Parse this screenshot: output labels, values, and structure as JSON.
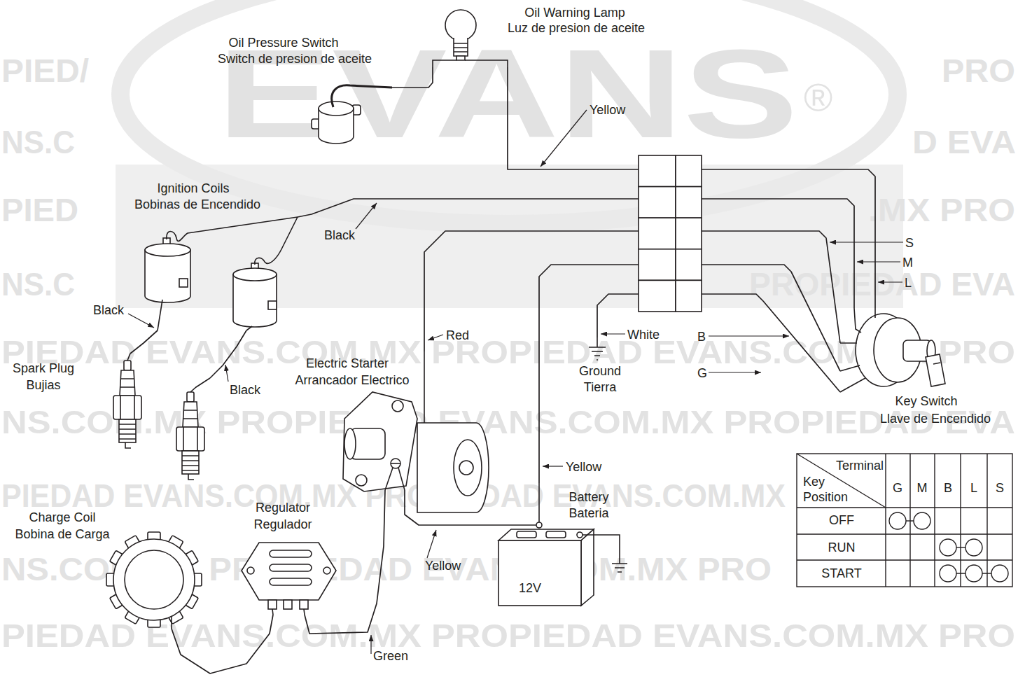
{
  "diagram": {
    "nodes": [
      {
        "text": [
          "Oil Warning Lamp",
          "Luz de presion de aceite"
        ]
      },
      {
        "text": [
          "Oil Pressure Switch",
          "Switch de presion de aceite"
        ]
      },
      {
        "text": [
          "Ignition Coils",
          "Bobinas de Encendido"
        ]
      },
      {
        "text": [
          "Spark Plug",
          "Bujias"
        ]
      },
      {
        "text": [
          "Electric Starter",
          "Arrancador Electrico"
        ]
      },
      {
        "text": [
          "Charge Coil",
          "Bobina de Carga"
        ]
      },
      {
        "text": [
          "Regulator",
          "Regulador"
        ]
      },
      {
        "text": [
          "Battery",
          "Bateria",
          "12V"
        ]
      },
      {
        "text": [
          "Ground",
          "Tierra"
        ]
      },
      {
        "text": [
          "Key Switch",
          "Llave de Encendido"
        ]
      }
    ],
    "edges": [
      {
        "from": 1,
        "to": 0,
        "arrow": "none"
      },
      {
        "from": 0,
        "to": 9,
        "label": "Yellow",
        "arrow": "none"
      },
      {
        "from": 2,
        "to": 9,
        "label": "Black",
        "arrow": "none"
      },
      {
        "from": 2,
        "to": 3,
        "label": "Black",
        "arrow": "none"
      },
      {
        "from": 2,
        "to": 3,
        "label": "Black",
        "arrow": "none"
      },
      {
        "from": 4,
        "to": 9,
        "label": "Red",
        "arrow": "none"
      },
      {
        "from": 7,
        "to": 9,
        "label": "Yellow",
        "arrow": "none"
      },
      {
        "from": 8,
        "to": 9,
        "label": "White",
        "arrow": "none"
      },
      {
        "from": 5,
        "to": 6,
        "arrow": "none"
      },
      {
        "from": 6,
        "to": 4,
        "label": "Green",
        "arrow": "none"
      },
      {
        "from": 4,
        "to": 7,
        "label": "Yellow",
        "arrow": "none"
      }
    ],
    "labels": [
      "S",
      "M",
      "L",
      "B",
      "G",
      "Terminal",
      "Key Position",
      "G",
      "M",
      "B",
      "L",
      "S",
      "OFF",
      "RUN",
      "START",
      "EVANS",
      "®",
      "PIED/",
      "PRO",
      "NS.C",
      "D EVA",
      "PIED",
      ".MX PRO",
      "NS.C",
      "PROPIEDAD EVA",
      "PIEDAD EVANS.COM.MX PROPIEDAD EVANS.COM.MX PRO",
      "NS.COM.MX PROPIEDAD EVANS.COM.MX PROPIEDAD EVA",
      "PIEDAD EVANS.COM.MX PROPIEDAD EVANS.COM.MX",
      "NS.COM.MX PROPIEDAD EVANS.COM.MX PRO",
      "PIEDAD EVANS.COM.MX PROPIEDAD EVANS.COM.MX PRO"
    ]
  }
}
